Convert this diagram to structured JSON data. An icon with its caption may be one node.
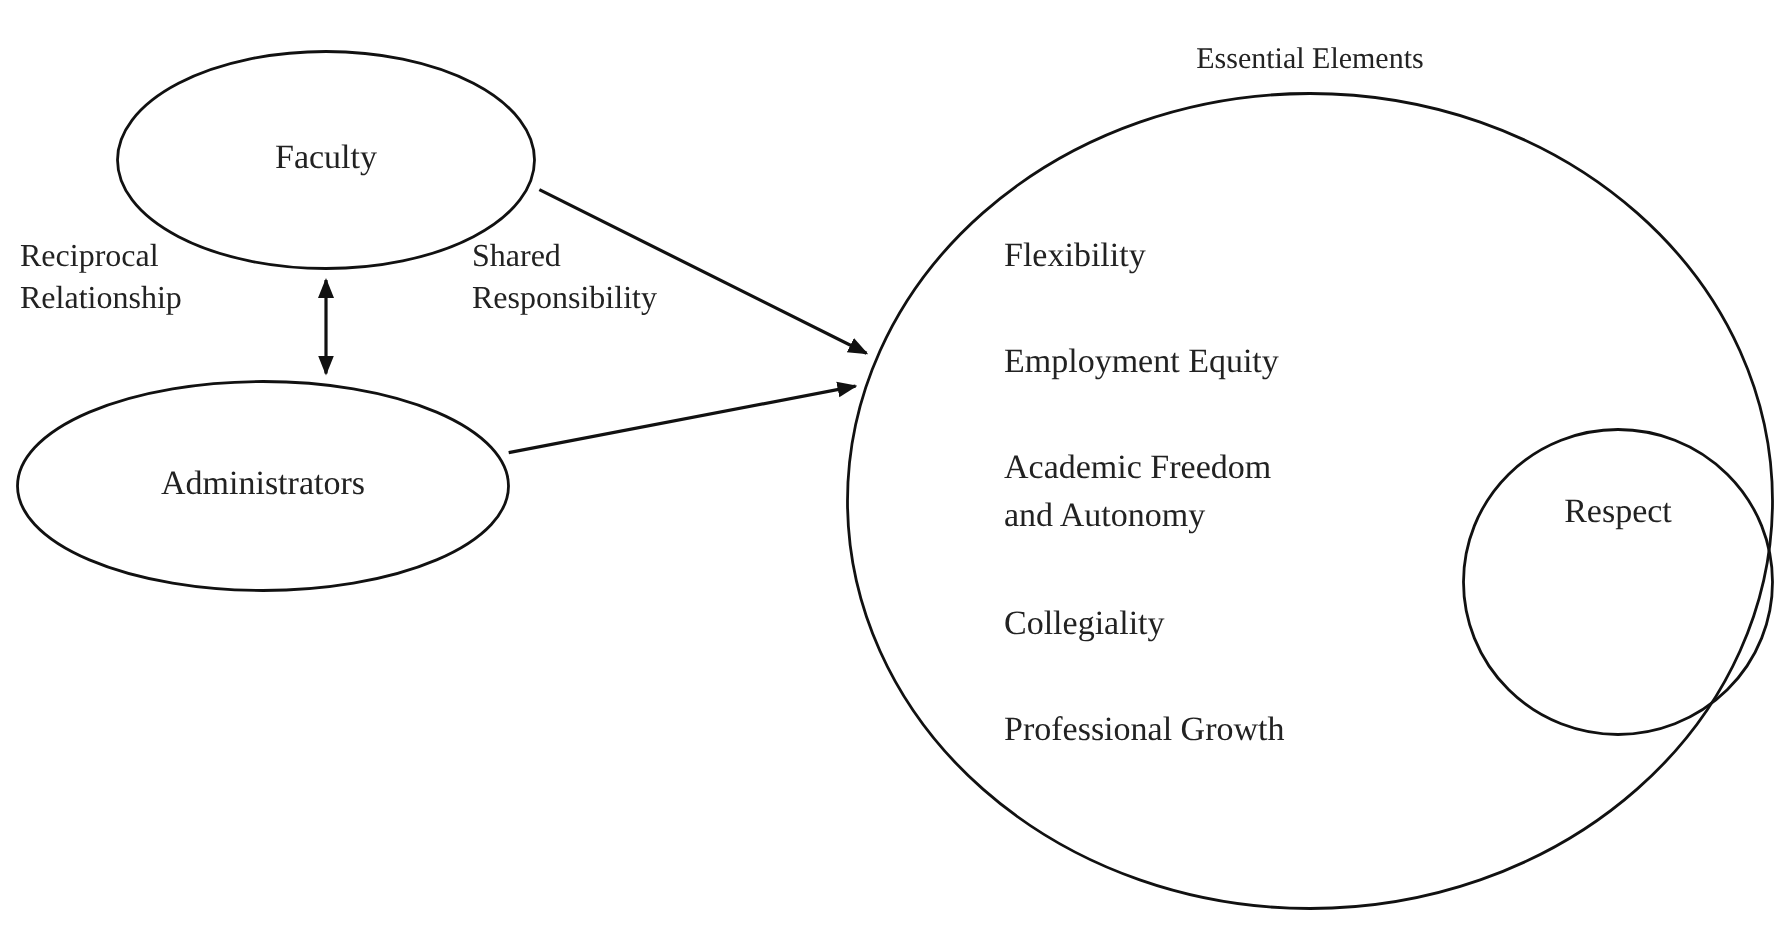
{
  "diagram": {
    "nodes": [
      {
        "text": [
          "Faculty"
        ]
      },
      {
        "text": [
          "Administrators"
        ]
      },
      {
        "text": [
          "Essential Elements",
          "Flexibility",
          "Employment Equity",
          "Academic Freedom and Autonomy",
          "Collegiality",
          "Professional Growth"
        ]
      },
      {
        "text": [
          "Respect"
        ],
        "in": 2
      }
    ],
    "edges": [
      {
        "from": 0,
        "to": 1,
        "arrow": "both"
      },
      {
        "from": 0,
        "to": 2,
        "arrow": "to"
      },
      {
        "from": 1,
        "to": 2,
        "arrow": "to"
      }
    ],
    "labels": [
      "Reciprocal Relationship",
      "Shared Responsibility"
    ]
  }
}
